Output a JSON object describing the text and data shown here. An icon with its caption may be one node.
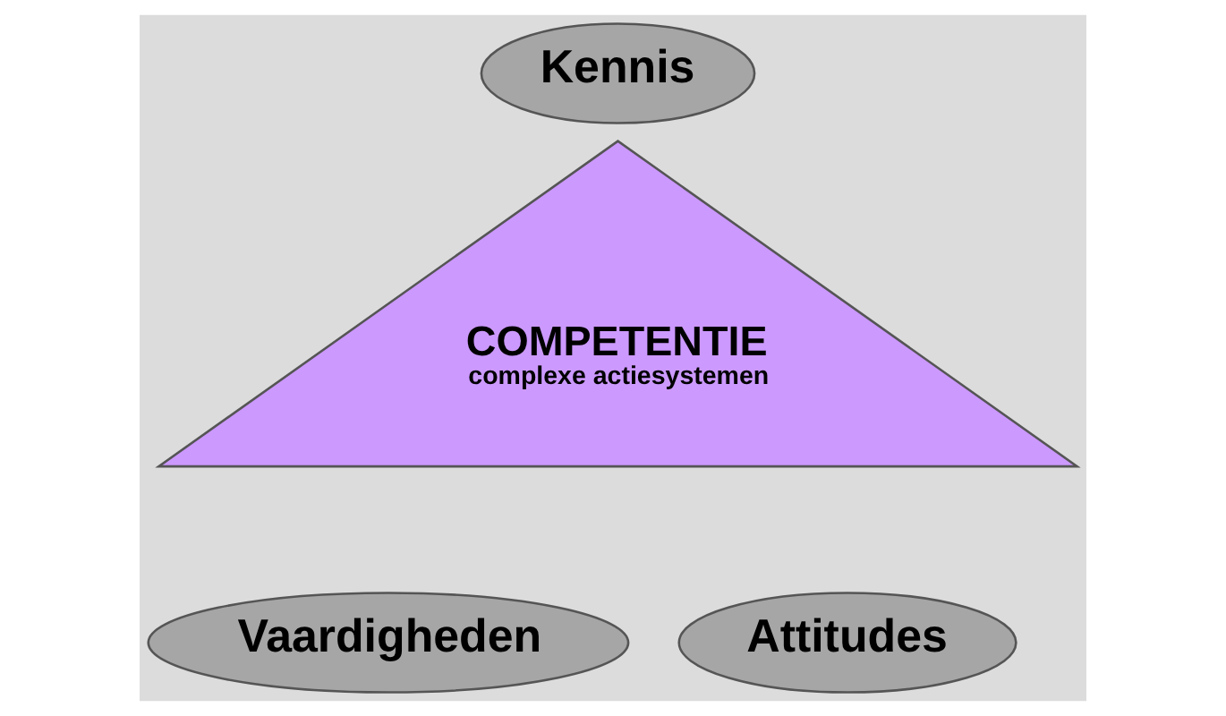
{
  "diagram": {
    "nodes": [
      {
        "text": [
          "Kennis"
        ]
      },
      {
        "text": [
          "COMPETENTIE",
          "complexe actiesystemen"
        ]
      },
      {
        "text": [
          "Vaardigheden"
        ]
      },
      {
        "text": [
          "Attitudes"
        ]
      }
    ]
  }
}
